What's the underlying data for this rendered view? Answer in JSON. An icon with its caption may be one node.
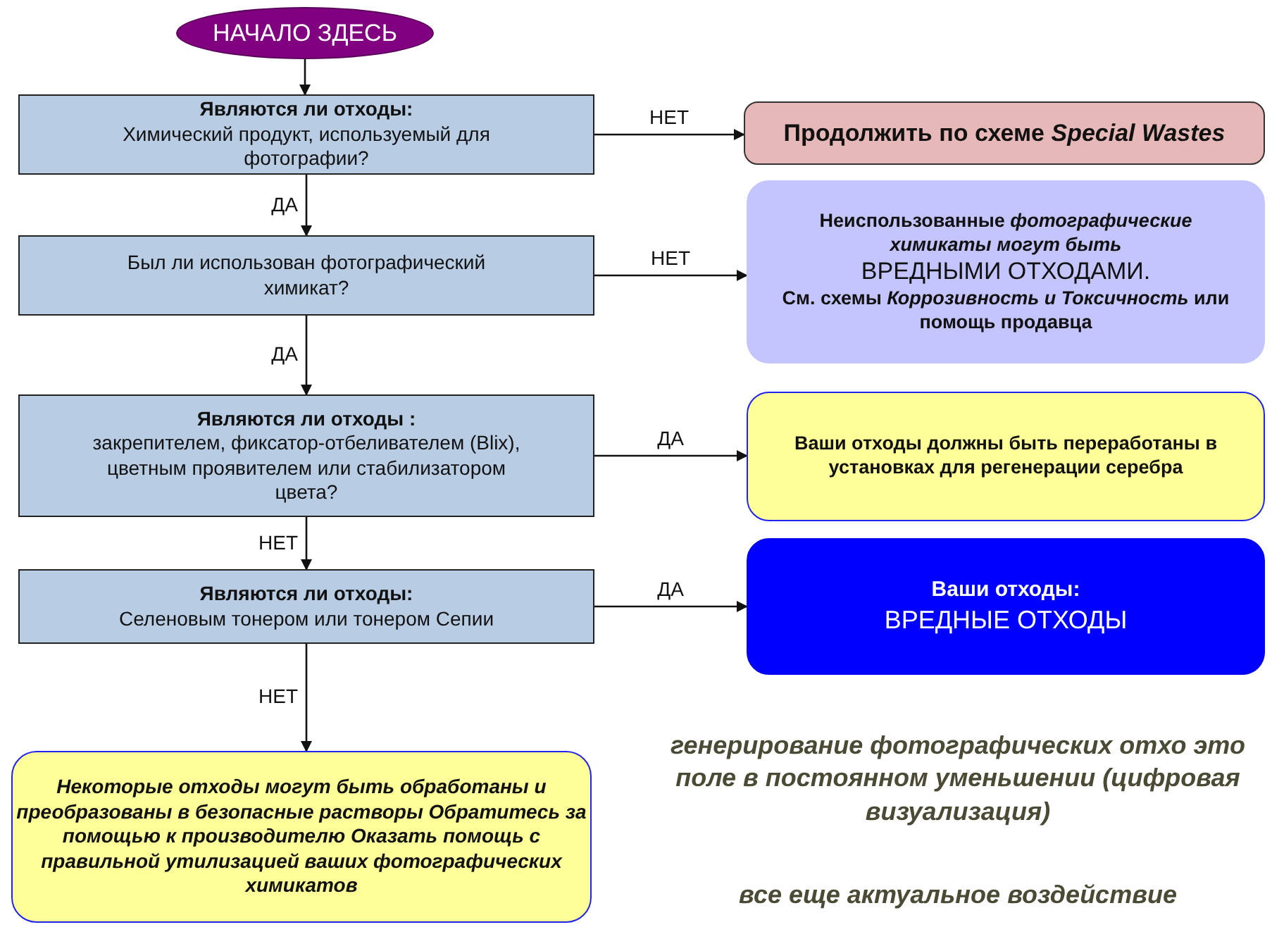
{
  "diagram": {
    "nodes": [
      {
        "text": [
          "НАЧАЛО ЗДЕСЬ"
        ]
      },
      {
        "text": [
          "Являются ли отходы:",
          "Химический продукт, используемый для фотографии?"
        ]
      },
      {
        "text": [
          "Продолжить по схеме *Special Wastes*"
        ]
      },
      {
        "text": [
          "Был ли использован фотографический химикат?"
        ]
      },
      {
        "text": [
          "Неиспользованные *фотографические химикаты могут быть*",
          "ВРЕДНЫМИ ОТХОДАМИ.",
          "См. схемы *Коррозивность и Токсичность* или помощь продавца"
        ]
      },
      {
        "text": [
          "Являются ли отходы :",
          "закрепителем, фиксатор-отбеливателем (Blix), цветным проявителем или стабилизатором цвета?"
        ]
      },
      {
        "text": [
          "Ваши отходы должны быть переработаны в установках для регенерации серебра"
        ]
      },
      {
        "text": [
          "Являются ли отходы:",
          "Селеновым тонером или тонером Сепии"
        ]
      },
      {
        "text": [
          "Ваши отходы:",
          "ВРЕДНЫЕ ОТХОДЫ"
        ]
      },
      {
        "text": [
          "Некоторые отходы могут быть обработаны и преобразованы в безопасные растворы Обратитесь за помощью к производителю Оказать помощь с правильной утилизацией ваших фотографических химикатов"
        ]
      }
    ],
    "edges": [
      {
        "from": 0,
        "to": 1,
        "arrow": "to"
      },
      {
        "from": 1,
        "to": 2,
        "arrow": "to",
        "label": "НЕТ"
      },
      {
        "from": 1,
        "to": 3,
        "arrow": "to",
        "label": "ДА"
      },
      {
        "from": 3,
        "to": 4,
        "arrow": "to",
        "label": "НЕТ"
      },
      {
        "from": 3,
        "to": 5,
        "arrow": "to",
        "label": "ДА"
      },
      {
        "from": 5,
        "to": 6,
        "arrow": "to",
        "label": "ДА"
      },
      {
        "from": 5,
        "to": 7,
        "arrow": "to",
        "label": "НЕТ"
      },
      {
        "from": 7,
        "to": 8,
        "arrow": "to",
        "label": "ДА"
      },
      {
        "from": 7,
        "to": 9,
        "arrow": "to",
        "label": "НЕТ"
      }
    ],
    "labels": [
      "генерирование фотографических отхо это поле в постоянном уменьшении (цифровая визуализация)",
      "все еще актуальное воздействие"
    ]
  }
}
